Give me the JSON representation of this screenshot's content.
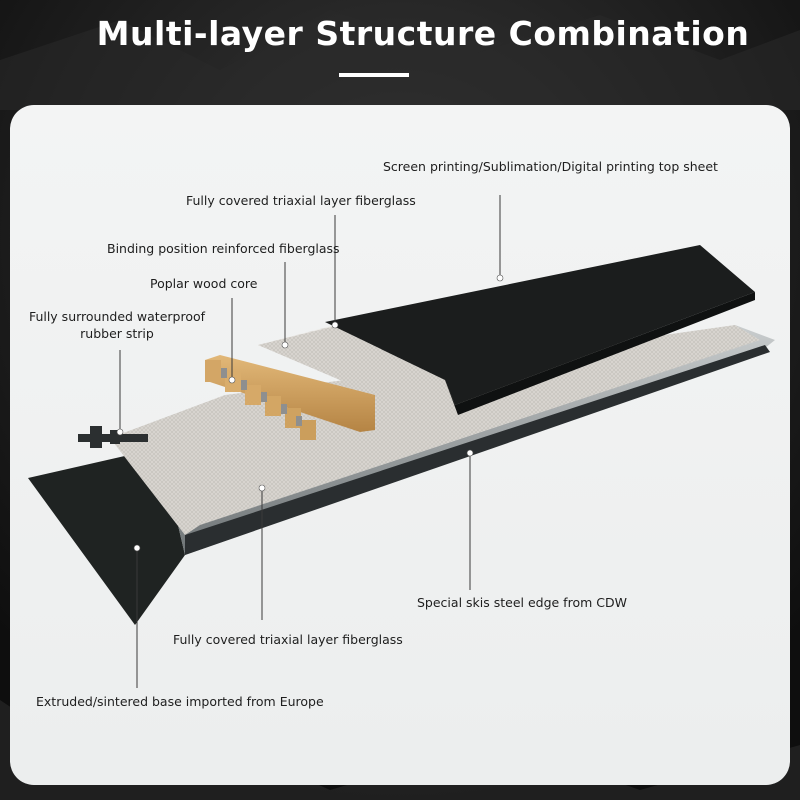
{
  "title": "Multi-layer Structure Combination",
  "labels": {
    "top_sheet": "Screen printing/Sublimation/Digital printing top sheet",
    "fiberglass_top": "Fully covered triaxial layer fiberglass",
    "binding_fiberglass": "Binding position reinforced fiberglass",
    "wood_core": "Poplar wood core",
    "rubber_strip": "Fully surrounded waterproof rubber strip",
    "steel_edge": "Special skis steel edge from CDW",
    "fiberglass_bottom": "Fully covered triaxial layer fiberglass",
    "base": "Extruded/sintered base imported from Europe"
  },
  "colors": {
    "panel": "#eef0f0",
    "top_sheet": "#1b1d1d",
    "fiberglass": "#d8d5d0",
    "wood": "#c99a58",
    "base": "#1f2322",
    "steel": "#9aa0a2"
  }
}
